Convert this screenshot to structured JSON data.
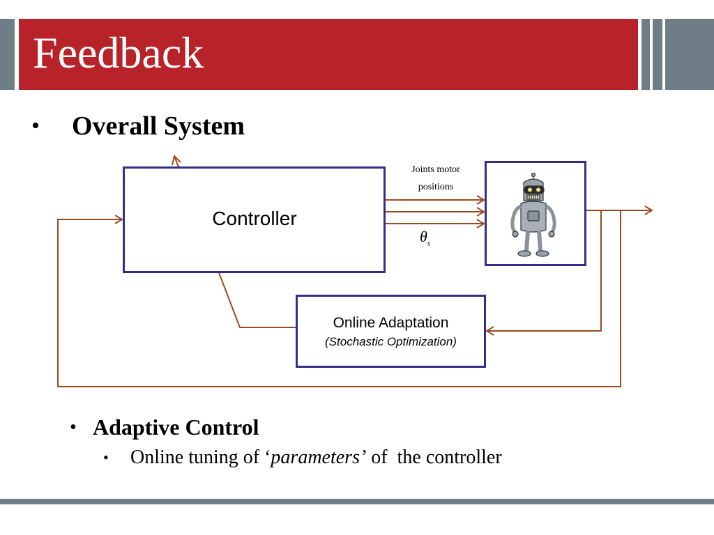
{
  "slide": {
    "title": "Feedback",
    "bullets": [
      {
        "marker": "•",
        "text": "Overall System"
      },
      {
        "marker": "•",
        "text": "Adaptive Control"
      }
    ],
    "sub_bullet": {
      "marker": "•",
      "text_before": "Online tuning of ‘",
      "text_emph": "parameters’",
      "text_after": " of  the controller"
    }
  },
  "diagram": {
    "controller_label": "Controller",
    "adaptation_title": "Online Adaptation",
    "adaptation_subtitle": "(Stochastic Optimization)",
    "joints_label_line1": "Joints motor",
    "joints_label_line2": "positions",
    "theta_symbol": "θ",
    "theta_subscript": "s",
    "robot_icon": "robot-icon",
    "colors": {
      "box_border": "#2e2f86",
      "arrow": "#9a4a1f",
      "title_bar": "#b8232a",
      "accent_gray": "#6e7d86"
    }
  }
}
